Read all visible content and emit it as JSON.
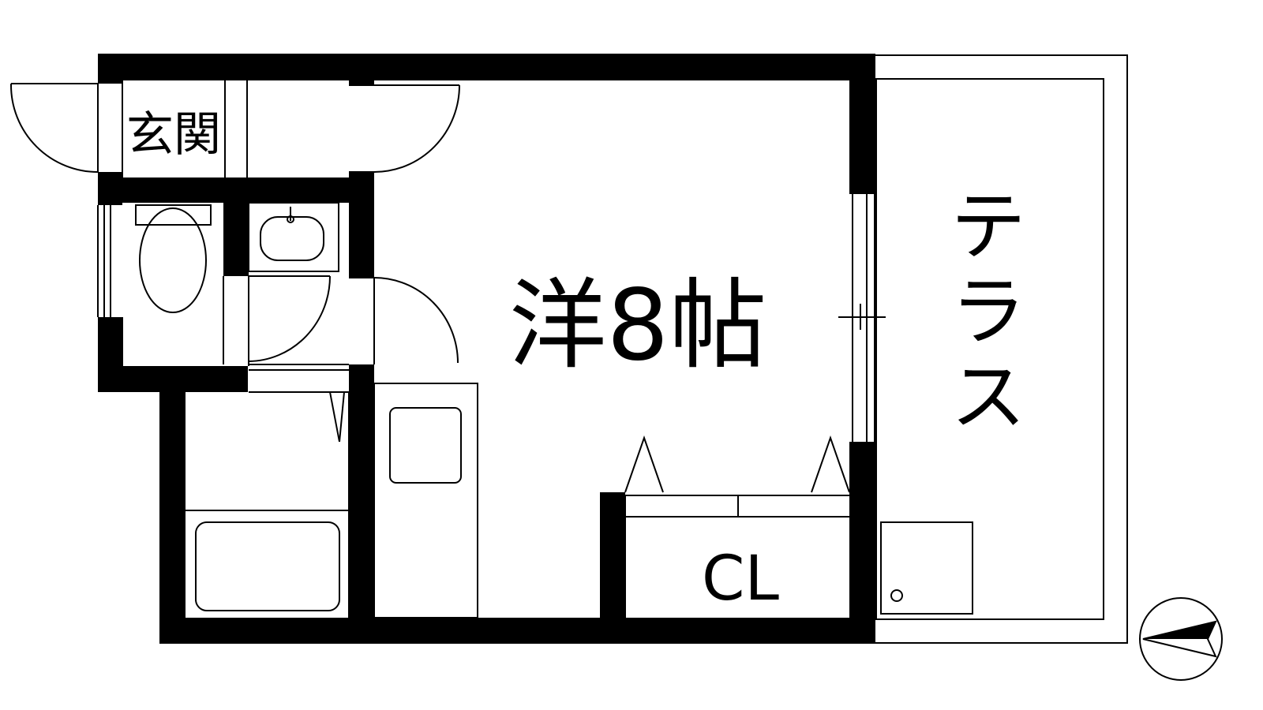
{
  "rooms": {
    "entrance": "玄関",
    "western_room": "洋8帖",
    "closet": "CL",
    "terrace": "テラス"
  },
  "colors": {
    "wall": "#000000",
    "line": "#000000",
    "background": "#ffffff"
  },
  "icons": [
    "north-arrow-icon",
    "toilet-icon",
    "wash-basin-icon",
    "bathtub-icon",
    "sink-icon",
    "door-swing-icon",
    "ac-unit-icon"
  ]
}
